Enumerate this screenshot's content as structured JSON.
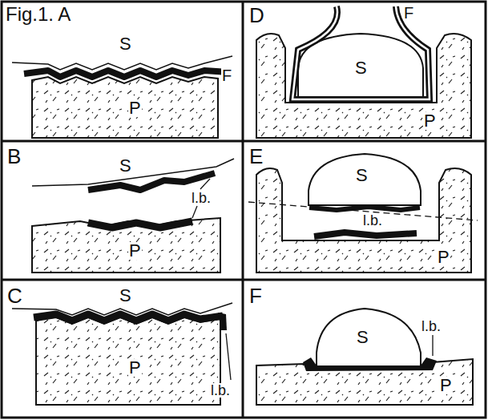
{
  "diagram": {
    "labels": [
      "Fig.1. A",
      "S",
      "F",
      "P",
      "B",
      "S",
      "l.b.",
      "P",
      "C",
      "S",
      "P",
      "l.b.",
      "D",
      "F",
      "S",
      "P",
      "E",
      "S",
      "l.b.",
      "P",
      "F",
      "S",
      "l.b.",
      "P"
    ]
  }
}
